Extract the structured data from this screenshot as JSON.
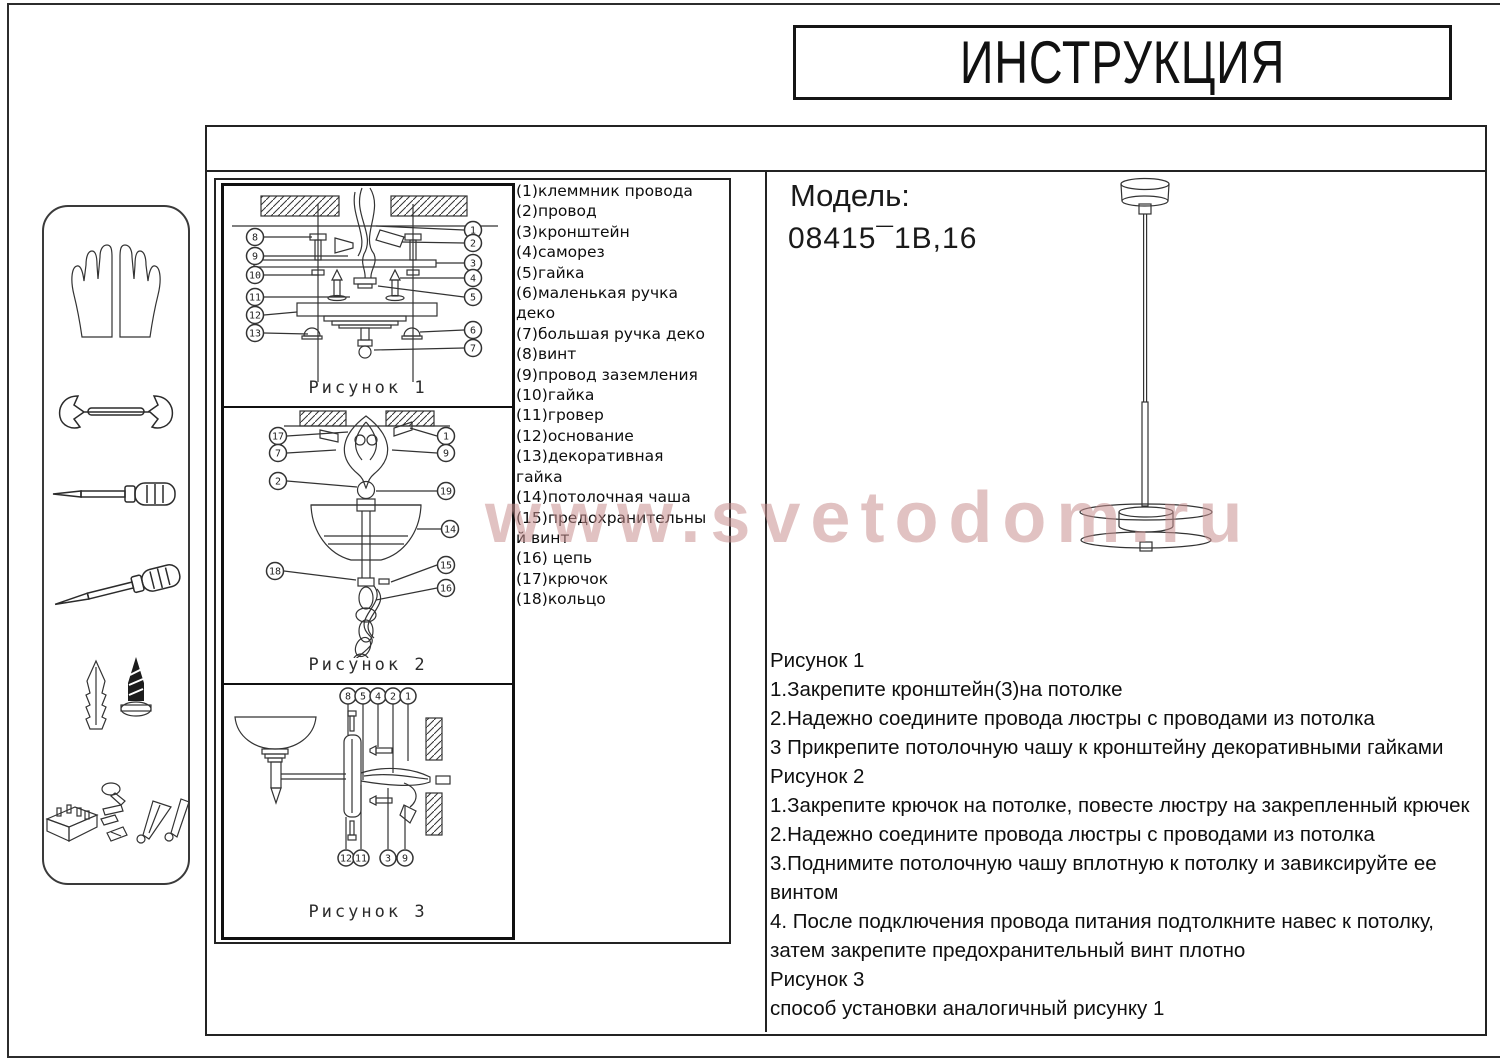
{
  "title": "ИНСТРУКЦИЯ",
  "model": {
    "label": "Модель:",
    "value": "08415¯1B,16"
  },
  "watermark": "www.svetodom.ru",
  "accent_colors": {
    "line": "#2b2b2b",
    "watermark_pink": "#c99090"
  },
  "sidebar_icons": [
    "gloves-icon",
    "wrench-icon",
    "screwdriver-icon",
    "awl-screwdriver-icon",
    "wall-plug-and-screw-icon",
    "terminal-and-fasteners-icon"
  ],
  "parts": [
    "(1)клеммник провода",
    "(2)провод",
    "(3)кронштейн",
    "(4)саморез",
    "(5)гайка",
    "(6)маленькая ручка деко",
    "(7)большая ручка деко",
    "(8)винт",
    "(9)провод заземления",
    "(10)гайка",
    "(11)гровер",
    "(12)основание",
    "(13)декоративная гайка",
    "(14)потолочная чаша",
    "(15)предохранительный винт",
    "(16) цепь",
    "(17)крючок",
    "(18)кольцо"
  ],
  "figures": {
    "fig1": {
      "label": "Рисунок 1",
      "left": [
        "8",
        "9",
        "10",
        "11",
        "12",
        "13"
      ],
      "right": [
        "1",
        "2",
        "3",
        "4",
        "5",
        "6",
        "7"
      ]
    },
    "fig2": {
      "label": "Рисунок 2",
      "left": [
        "17",
        "7",
        "2",
        "18"
      ],
      "right": [
        "1",
        "9",
        "19",
        "14",
        "15",
        "16"
      ]
    },
    "fig3": {
      "label": "Рисунок 3",
      "top": [
        "8",
        "5",
        "4",
        "2",
        "1"
      ],
      "bottom": [
        "12",
        "11",
        "3",
        "9"
      ]
    }
  },
  "instructions": [
    "Рисунок 1",
    "1.Закрепите кронштейн(3)на потолке",
    "2.Надежно соедините провода люстры с проводами из потолка",
    "3 Прикрепите потолочную чашу к кронштейну декоративными гайками",
    "Рисунок 2",
    "1.Закрепите крючок на потолке, повесте люстру на закрепленный крючек",
    "2.Надежно соедините провода люстры с проводами из потолка",
    "3.Поднимите потолочную чашу вплотную к потолку и завиксируйте ее",
    "винтом",
    "4.  После подключения провода питания подтолкните навес к потолку,",
    "затем закрепите предохранительный винт плотно",
    "Рисунок 3",
    "способ установки аналогичный рисунку 1"
  ]
}
